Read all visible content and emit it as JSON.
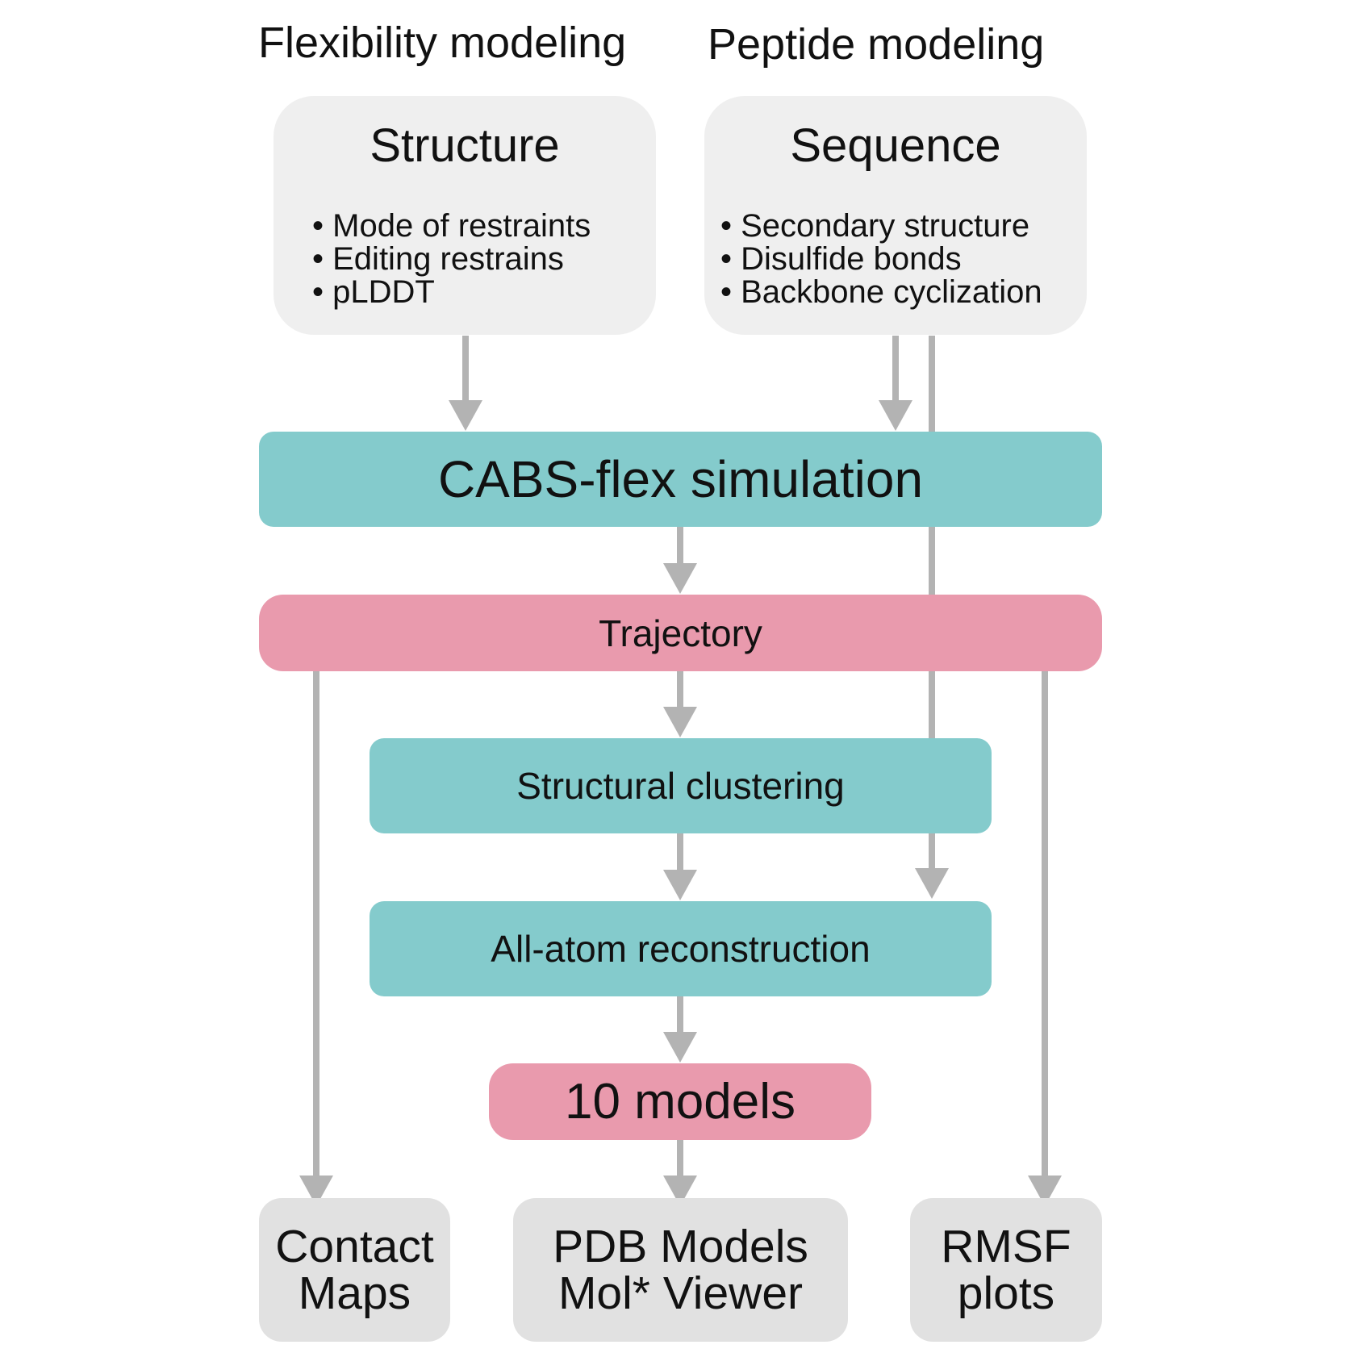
{
  "headings": {
    "flexibility": "Flexibility modeling",
    "peptide": "Peptide modeling"
  },
  "inputs": {
    "structure": {
      "title": "Structure",
      "bullets": [
        "Mode of restraints",
        "Editing restrains",
        "pLDDT"
      ]
    },
    "sequence": {
      "title": "Sequence",
      "bullets": [
        "Secondary structure",
        "Disulfide bonds",
        "Backbone cyclization"
      ]
    }
  },
  "steps": {
    "simulation": "CABS-flex simulation",
    "trajectory": "Trajectory",
    "clustering": "Structural clustering",
    "reconstruction": "All-atom reconstruction",
    "models": "10 models"
  },
  "outputs": {
    "contact_maps": "Contact\nMaps",
    "pdb_models": "PDB Models\nMol* Viewer",
    "rmsf": "RMSF\nplots"
  },
  "colors": {
    "connector": "#b3b3b3",
    "process": "#84cbcc",
    "data": "#e99aad",
    "input": "#efefef",
    "output": "#e1e1e1"
  }
}
